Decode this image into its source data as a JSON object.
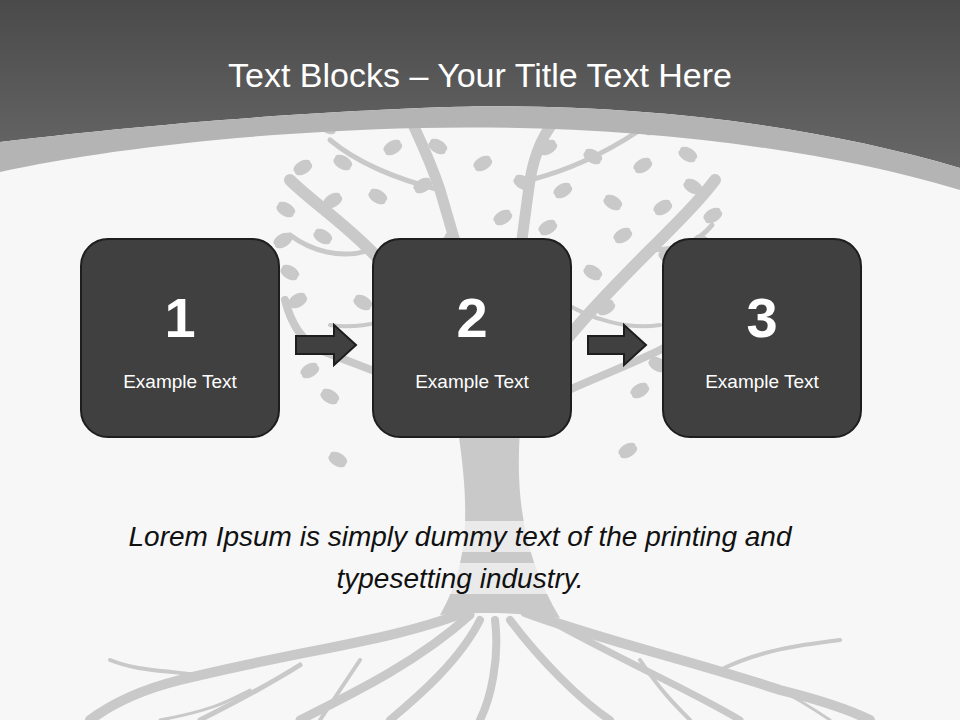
{
  "diagram": {
    "title": "Text Blocks – Your Title Text Here",
    "caption": "Lorem Ipsum is simply dummy text of the printing and typesetting industry.",
    "nodes": [
      {
        "text": [
          "1",
          "Example Text"
        ]
      },
      {
        "text": [
          "2",
          "Example Text"
        ]
      },
      {
        "text": [
          "3",
          "Example Text"
        ]
      }
    ],
    "edges": [
      {
        "from": 0,
        "to": 1,
        "arrow": "to"
      },
      {
        "from": 1,
        "to": 2,
        "arrow": "to"
      }
    ]
  }
}
